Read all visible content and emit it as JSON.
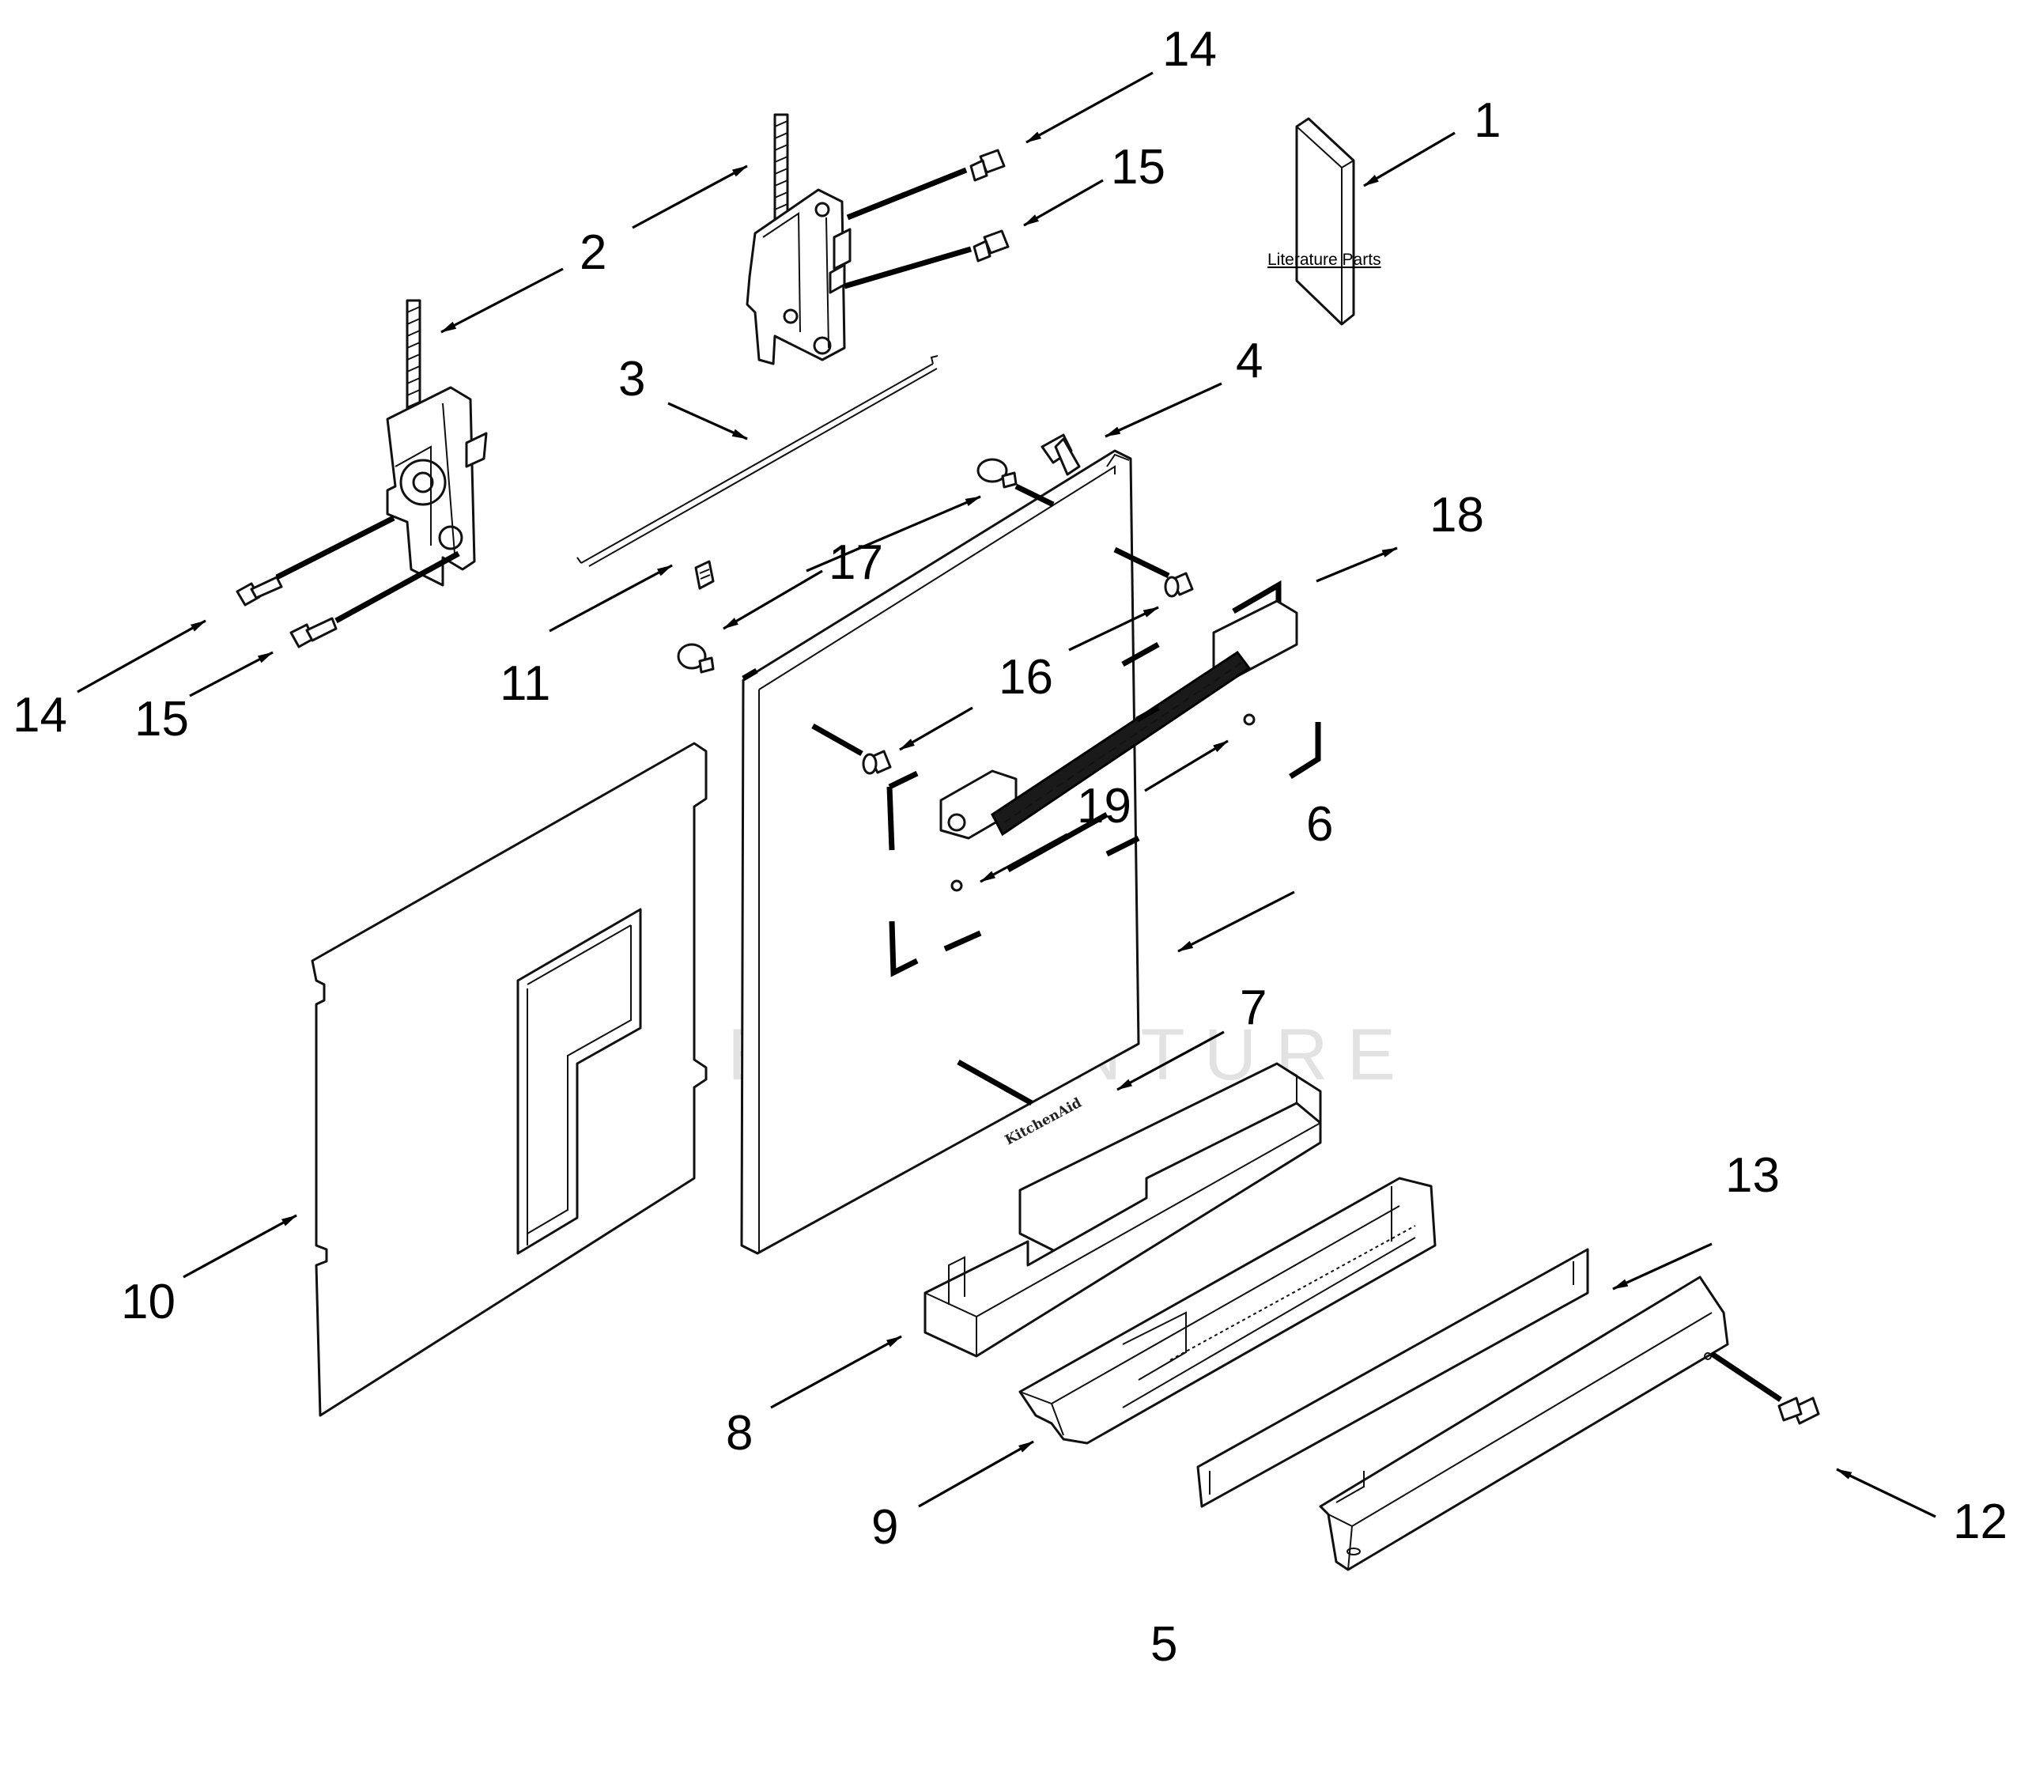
{
  "watermark": "LEADVENTURE",
  "literature_caption": "Literature Parts",
  "brand_mark": "KitchenAid",
  "callouts": {
    "c1": "1",
    "c2": "2",
    "c3": "3",
    "c4": "4",
    "c5": "5",
    "c6": "6",
    "c7": "7",
    "c8": "8",
    "c9": "9",
    "c10": "10",
    "c11": "11",
    "c12": "12",
    "c13": "13",
    "c14a": "14",
    "c14b": "14",
    "c15a": "15",
    "c15b": "15",
    "c16": "16",
    "c17": "17",
    "c18": "18",
    "c19": "19"
  }
}
